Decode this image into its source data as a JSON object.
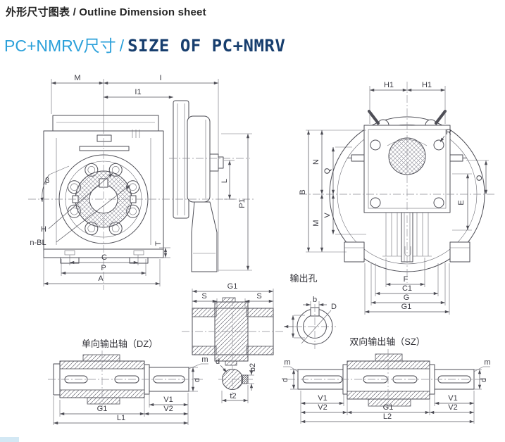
{
  "header": {
    "title": "外形尺寸图表 / Outline Dimension sheet"
  },
  "section_title": {
    "cn": "PC+NMRV尺寸",
    "sep": "/",
    "en": "SIZE OF PC+NMRV"
  },
  "colors": {
    "title_cn": "#2ba0da",
    "title_en": "#173e6e",
    "drawing_line": "#4d4d55"
  },
  "labels": {
    "side": {
      "M": "M",
      "I": "I",
      "I1": "I1",
      "beta": "β",
      "H": "H",
      "nBL": "n-BL",
      "T": "T",
      "L": "L",
      "P1": "P1",
      "C": "C",
      "P": "P",
      "A": "A"
    },
    "rear": {
      "H1a": "H1",
      "H1b": "H1",
      "B": "B",
      "N": "N",
      "M": "M",
      "Q": "Q",
      "V": "V",
      "R": "R",
      "O": "O",
      "E": "E",
      "F": "F",
      "C1": "C1",
      "G": "G",
      "G1": "G1"
    },
    "hollow": {
      "G1": "G1",
      "Sa": "S",
      "Sb": "S"
    },
    "hole": {
      "title": "输出孔",
      "b": "b",
      "D": "D"
    },
    "dz": {
      "title": "单向输出轴（DZ）",
      "m": "m",
      "d": "d",
      "V1": "V1",
      "V2": "V2",
      "G1": "G1",
      "L1": "L1"
    },
    "key": {
      "d": "d",
      "b2": "b2",
      "t2": "t2"
    },
    "sz": {
      "title": "双向输出轴（SZ）",
      "mL": "m",
      "mR": "m",
      "dL": "d",
      "dR": "d",
      "V1L": "V1",
      "V2L": "V2",
      "G1": "G1",
      "V1R": "V1",
      "V2R": "V2",
      "L2": "L2"
    }
  }
}
